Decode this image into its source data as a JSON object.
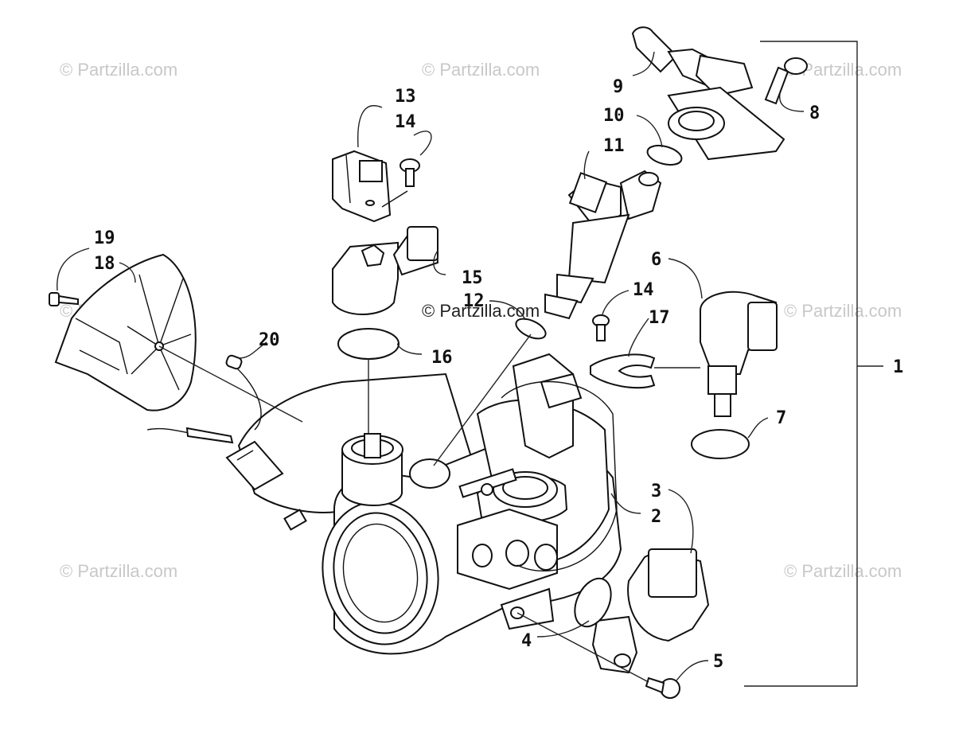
{
  "watermark_text": "© Partzilla.com",
  "callouts": [
    {
      "id": "c1",
      "label": "1"
    },
    {
      "id": "c2",
      "label": "2"
    },
    {
      "id": "c3",
      "label": "3"
    },
    {
      "id": "c4",
      "label": "4"
    },
    {
      "id": "c5",
      "label": "5"
    },
    {
      "id": "c6",
      "label": "6"
    },
    {
      "id": "c7",
      "label": "7"
    },
    {
      "id": "c8",
      "label": "8"
    },
    {
      "id": "c9",
      "label": "9"
    },
    {
      "id": "c10",
      "label": "10"
    },
    {
      "id": "c11",
      "label": "11"
    },
    {
      "id": "c12",
      "label": "12"
    },
    {
      "id": "c13",
      "label": "13"
    },
    {
      "id": "c14a",
      "label": "14"
    },
    {
      "id": "c14b",
      "label": "14"
    },
    {
      "id": "c15",
      "label": "15"
    },
    {
      "id": "c16",
      "label": "16"
    },
    {
      "id": "c17",
      "label": "17"
    },
    {
      "id": "c18",
      "label": "18"
    },
    {
      "id": "c19",
      "label": "19"
    },
    {
      "id": "c20",
      "label": "20"
    }
  ]
}
